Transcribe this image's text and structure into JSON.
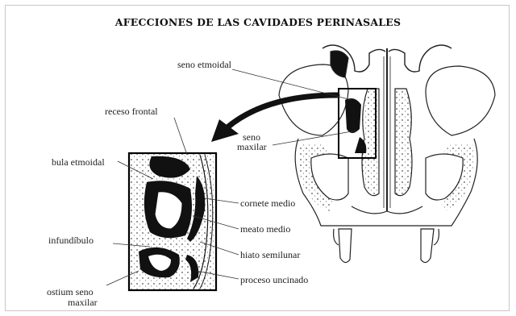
{
  "title": "AFECCIONES DE LAS CAVIDADES PERINASALES",
  "labels": {
    "seno_etmoidal": "seno etmoidal",
    "receso_frontal": "receso frontal",
    "seno_maxilar_1": "seno",
    "seno_maxilar_2": "maxilar",
    "bula_etmoidal": "bula etmoidal",
    "cornete_medio": "cornete medio",
    "meato_medio": "meato medio",
    "infundibulo": "infundíbulo",
    "hiato_semilunar": "hiato semilunar",
    "proceso_uncinado": "proceso uncinado",
    "ostium_1": "ostium seno",
    "ostium_2": "maxilar"
  },
  "colors": {
    "ink": "#111111",
    "stipple": "#555555",
    "frame": "#c8c8c8"
  }
}
